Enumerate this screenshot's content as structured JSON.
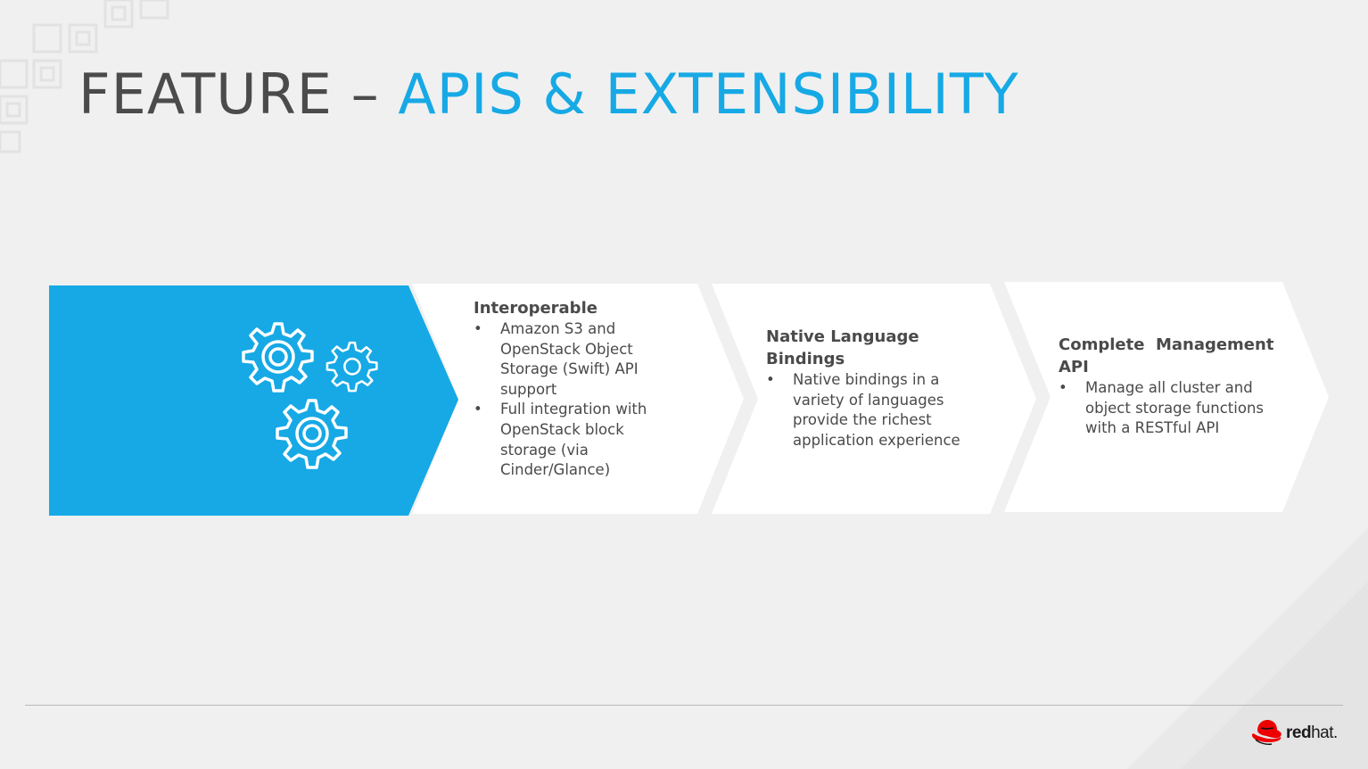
{
  "title": {
    "part1": "FEATURE – ",
    "part2": "APIS & EXTENSIBILITY"
  },
  "colors": {
    "accent": "#16a9e5",
    "title_dark": "#4b4b4b",
    "text": "#4a4a4a",
    "background": "#f0f0f0",
    "logo_red": "#e00"
  },
  "icons": {
    "hero": "gears-icon",
    "logo": "redhat-shadowman-icon"
  },
  "features": [
    {
      "heading": "Interoperable",
      "bullets": [
        "Amazon S3 and OpenStack Object Storage (Swift) API support",
        "Full integration with OpenStack block storage (via Cinder/Glance)"
      ]
    },
    {
      "heading": "Native Language Bindings",
      "bullets": [
        "Native bindings in a variety of languages provide the richest application experience"
      ]
    },
    {
      "heading": "Complete  Management API",
      "bullets": [
        "Manage all cluster and object storage functions with a RESTful API"
      ]
    }
  ],
  "bullet_char": "•",
  "logo": {
    "bold": "red",
    "regular": "hat."
  }
}
